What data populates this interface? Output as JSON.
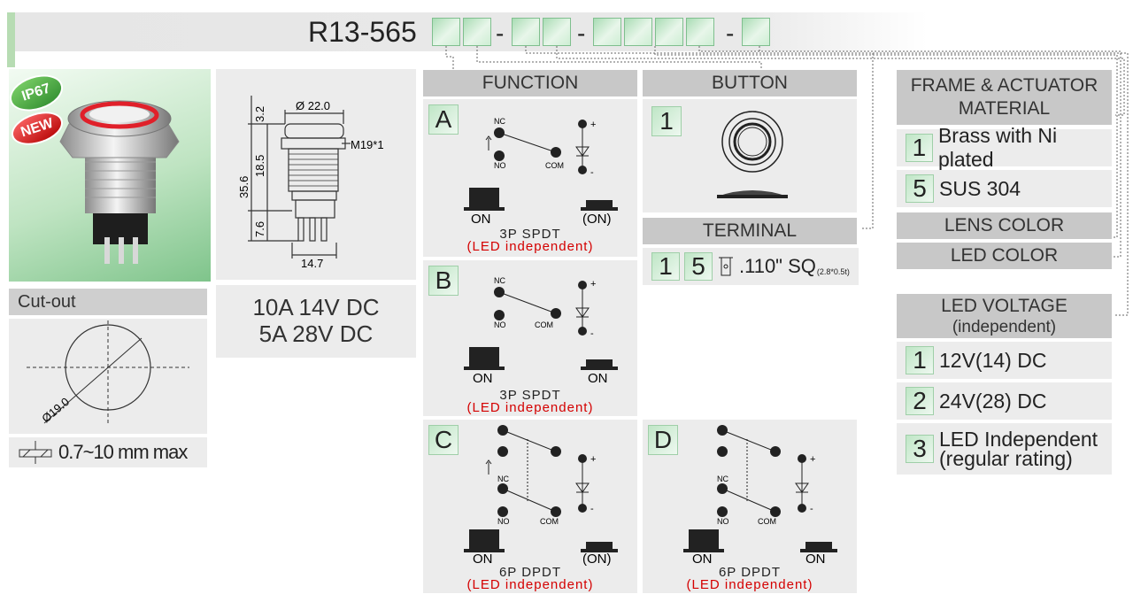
{
  "part_code": {
    "prefix": "R13-565",
    "dash": "-"
  },
  "badges": {
    "ip67": "IP67",
    "new": "NEW"
  },
  "dims": {
    "d22": "Ø 22.0",
    "m19": "M19*1",
    "h32": "3.2",
    "h185": "18.5",
    "h356": "35.6",
    "h76": "7.6",
    "w147": "14.7"
  },
  "rating": {
    "line1": "10A 14V DC",
    "line2": "5A 28V DC"
  },
  "cutout": {
    "title": "Cut-out",
    "diameter": "Ø19.0",
    "thickness": "0.7~10 mm max"
  },
  "function": {
    "title": "FUNCTION",
    "options": [
      {
        "code": "A",
        "nc": "NC",
        "no": "NO",
        "com": "COM",
        "plus": "+",
        "minus": "-",
        "left": "ON",
        "right": "(ON)",
        "type": "3P SPDT",
        "led": "(LED independent)"
      },
      {
        "code": "B",
        "nc": "NC",
        "no": "NO",
        "com": "COM",
        "plus": "+",
        "minus": "-",
        "left": "ON",
        "right": "ON",
        "type": "3P SPDT",
        "led": "(LED independent)"
      },
      {
        "code": "C",
        "nc": "NC",
        "no": "NO",
        "com": "COM",
        "plus": "+",
        "minus": "-",
        "left": "ON",
        "right": "(ON)",
        "type": "6P DPDT",
        "led": "(LED independent)"
      },
      {
        "code": "D",
        "nc": "NC",
        "no": "NO",
        "com": "COM",
        "plus": "+",
        "minus": "-",
        "left": "ON",
        "right": "ON",
        "type": "6P DPDT",
        "led": "(LED independent)"
      }
    ]
  },
  "button": {
    "title": "BUTTON",
    "code": "1"
  },
  "terminal": {
    "title": "TERMINAL",
    "code1": "1",
    "code2": "5",
    "label": ".110\" SQ",
    "sub": "(2.8*0.5t)"
  },
  "frame": {
    "title_line1": "FRAME & ACTUATOR",
    "title_line2": "MATERIAL",
    "options": [
      {
        "code": "1",
        "label": "Brass with Ni plated"
      },
      {
        "code": "5",
        "label": "SUS 304"
      }
    ]
  },
  "lens_color": "LENS COLOR",
  "led_color": "LED COLOR",
  "led_voltage": {
    "title_line1": "LED VOLTAGE",
    "title_line2": "(independent)",
    "options": [
      {
        "code": "1",
        "line1": "12V(14) DC",
        "line2": ""
      },
      {
        "code": "2",
        "line1": "24V(28) DC",
        "line2": ""
      },
      {
        "code": "3",
        "line1": "LED Independent",
        "line2": "(regular rating)"
      }
    ]
  }
}
